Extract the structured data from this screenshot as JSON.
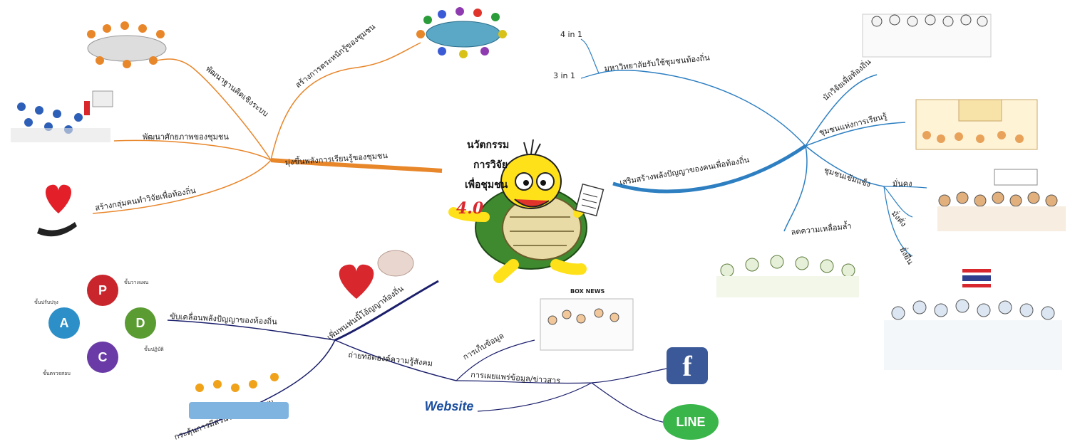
{
  "center": {
    "title_line1": "นวัตกรรม",
    "title_line2": "การวิจัย",
    "title_line3": "เพื่อชุมชน",
    "version": "4.0"
  },
  "branches": {
    "orange_main": "มุ่งขึ้นพลังการเรียนรู้ของชุมชน",
    "orange_sub1": "สร้างการตระหนักรู้ของชุมชน",
    "orange_sub2": "พัฒนาฐานคิดเชิงระบบ",
    "orange_sub3": "พัฒนาศักยภาพของชุมชน",
    "orange_sub4": "สร้างกลุ่มคนทำวิจัยเพื่อท้องถิ่น",
    "blue_top": "มหาวิทยาลัยรับใช้ชุมชนท้องถิ่น",
    "blue_top_a": "4 in 1",
    "blue_top_b": "3 in 1",
    "blue_main": "เสริมสร้างพลังปัญญาของคนเพื่อท้องถิ่น",
    "blue_sub1": "นักวิจัยเพื่อท้องถิ่น",
    "blue_sub2": "ชุมชนแห่งการเรียนรู้",
    "blue_sub3": "ชุมชนเข้มแข็ง",
    "blue_sub3_a": "มั่นคง",
    "blue_sub3_b": "มั่งคั่ง",
    "blue_sub3_c": "ยั่งยืน",
    "blue_sub4": "ลดความเหลื่อมล้ำ",
    "navy_main": "เพิ่มพนฟนนิ้โอ้ญญาท้องถิ่น",
    "navy_sub1": "ขับเคลื่อนพลังปัญญาของท้องถิ่น",
    "navy_sub2": "ถ่ายทอดองค์ความรู้สังคม",
    "navy_sub2_a": "การเก็บข้อมูล",
    "navy_sub2_b": "การเผยแพร่ข้อมูล/ข่าวสาร",
    "navy_sub3": "กระตุ้นการมีส่วนร่วมของชุมชน"
  },
  "pdca": {
    "p": "P",
    "d": "D",
    "c": "C",
    "a": "A",
    "p_note": "ขั้นวางแผน",
    "d_note": "ขั้นปฏิบัติ",
    "c_note": "ขั้นตรวจสอบ",
    "a_note": "ขั้นปรับปรุง"
  },
  "logos": {
    "facebook": "f",
    "line": "LINE",
    "website": "Website",
    "newsbar": "BOX NEWS"
  },
  "colors": {
    "orange": "#e8862a",
    "blue": "#2d7fc1",
    "navy": "#1b1f6b",
    "red": "#d9272e"
  }
}
